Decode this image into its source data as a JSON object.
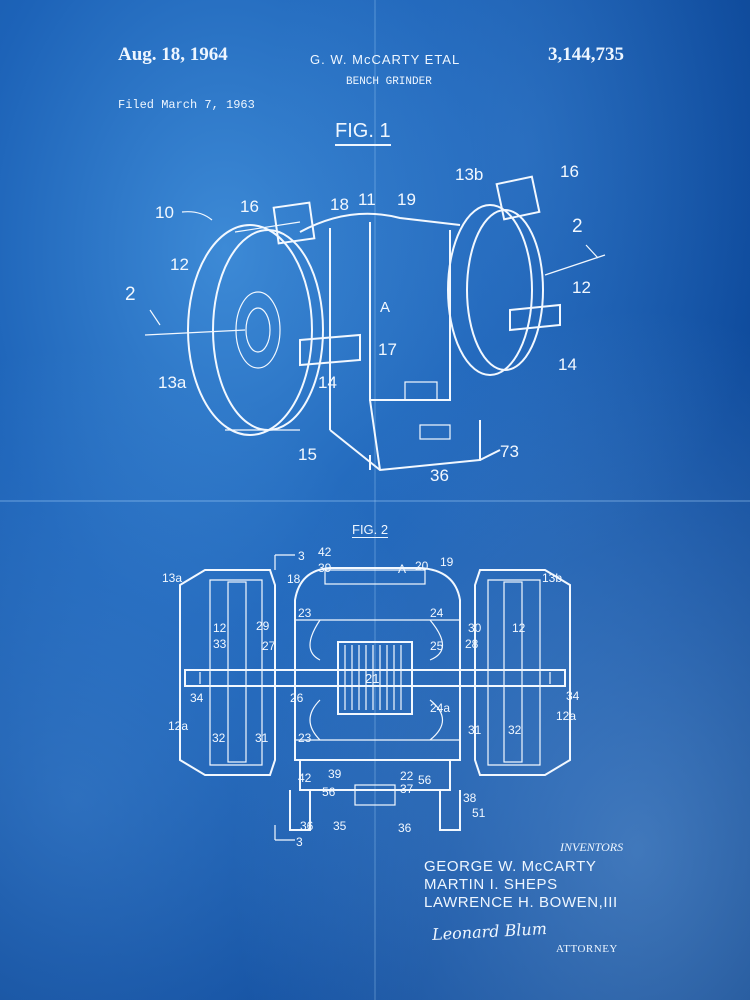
{
  "header": {
    "date": "Aug. 18, 1964",
    "inventor_short": "G. W. McCARTY ETAL",
    "patent_number": "3,144,735",
    "title": "BENCH GRINDER",
    "filed": "Filed March 7, 1963"
  },
  "figures": {
    "fig1_label": "FIG. 1",
    "fig2_label": "FIG. 2",
    "fig1_refs": [
      "10",
      "16",
      "18",
      "11",
      "19",
      "13b",
      "16",
      "2",
      "12",
      "2",
      "A",
      "12",
      "17",
      "14",
      "13a",
      "14",
      "15",
      "73",
      "36"
    ],
    "fig2_refs": [
      "3",
      "42",
      "39",
      "A",
      "20",
      "19",
      "13a",
      "13b",
      "18",
      "23",
      "24",
      "12",
      "29",
      "30",
      "12",
      "33",
      "27",
      "25",
      "28",
      "21",
      "34",
      "26",
      "34",
      "12a",
      "24a",
      "12a",
      "32",
      "31",
      "31",
      "32",
      "23",
      "42",
      "39",
      "22",
      "56",
      "56",
      "37",
      "38",
      "51",
      "35",
      "36",
      "36",
      "3"
    ]
  },
  "inventors": {
    "heading": "INVENTORS",
    "names": [
      "GEORGE W. McCARTY",
      "MARTIN I. SHEPS",
      "LAWRENCE H. BOWEN,III"
    ]
  },
  "attorney": {
    "signature": "Leonard Blum",
    "label": "ATTORNEY"
  },
  "colors": {
    "background": "#1d63b8",
    "ink": "#f2f8ff"
  }
}
